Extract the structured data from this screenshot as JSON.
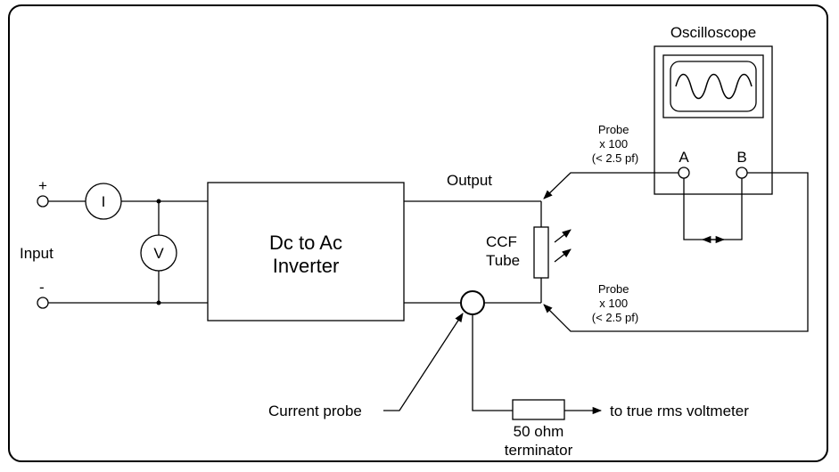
{
  "labels": {
    "plus": "+",
    "minus": "-",
    "input": "Input",
    "ammeter": "I",
    "voltmeter": "V",
    "inverter_line1": "Dc to Ac",
    "inverter_line2": "Inverter",
    "output": "Output",
    "ccf_line1": "CCF",
    "ccf_line2": "Tube",
    "oscilloscope": "Oscilloscope",
    "channel_a": "A",
    "channel_b": "B",
    "probe_top": [
      "Probe",
      "x 100",
      "(< 2.5 pf)"
    ],
    "probe_bottom": [
      "Probe",
      "x 100",
      "(< 2.5 pf)"
    ],
    "current_probe": "Current probe",
    "terminator_line1": "50 ohm",
    "terminator_line2": "terminator",
    "to_voltmeter": "to true rms voltmeter"
  }
}
